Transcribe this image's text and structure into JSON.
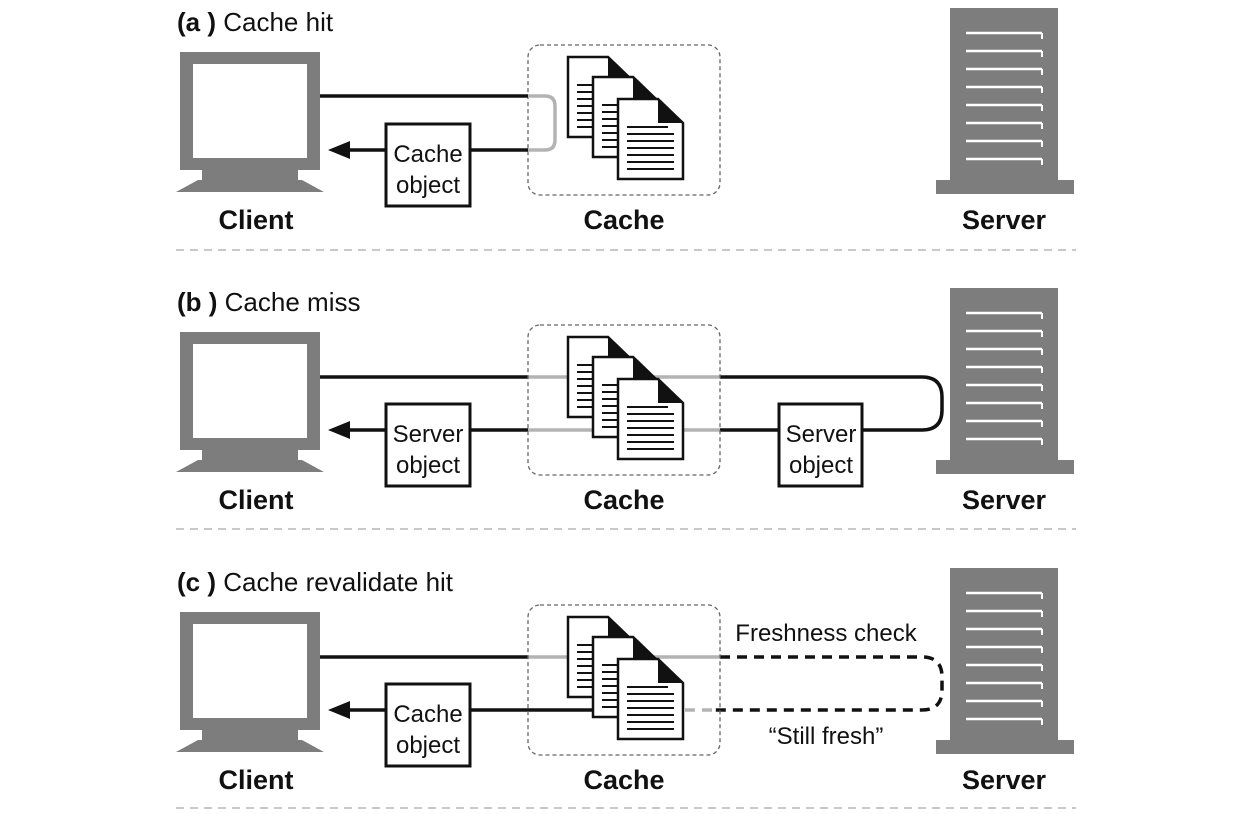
{
  "panels": [
    {
      "letter": "(a )",
      "title": "Cache hit",
      "client": "Client",
      "cache": "Cache",
      "server": "Server",
      "box1": [
        "Cache",
        "object"
      ]
    },
    {
      "letter": "(b )",
      "title": "Cache miss",
      "client": "Client",
      "cache": "Cache",
      "server": "Server",
      "box1": [
        "Server",
        "object"
      ],
      "box2": [
        "Server",
        "object"
      ]
    },
    {
      "letter": "(c )",
      "title": "Cache revalidate hit",
      "client": "Client",
      "cache": "Cache",
      "server": "Server",
      "box1": [
        "Cache",
        "object"
      ],
      "freshness": "Freshness check",
      "still_fresh": "“Still fresh”"
    }
  ],
  "colors": {
    "device_gray": "#7d7d7d",
    "line_dark": "#111111",
    "line_light": "#b3b3b3"
  },
  "icons": [
    "monitor-icon",
    "document-stack-icon",
    "server-tower-icon",
    "arrow-left-icon"
  ]
}
